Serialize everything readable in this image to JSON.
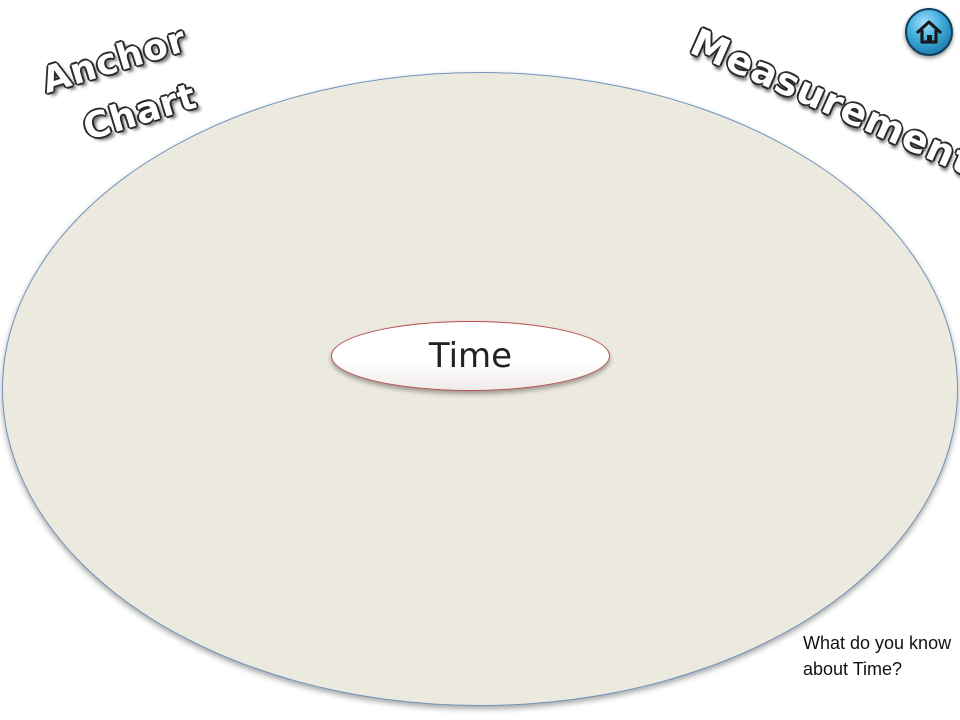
{
  "slide": {
    "title_line1": "Anchor",
    "title_line2": "Chart",
    "subject": "Measurement",
    "center_label": "Time",
    "prompt": "What do you know about Time?",
    "home_icon": "home-icon"
  },
  "colors": {
    "big_oval_fill": "#ece9df",
    "big_oval_border": "#6f95bf",
    "center_oval_border": "#b7504d",
    "home_button": "#3aa9d8"
  }
}
